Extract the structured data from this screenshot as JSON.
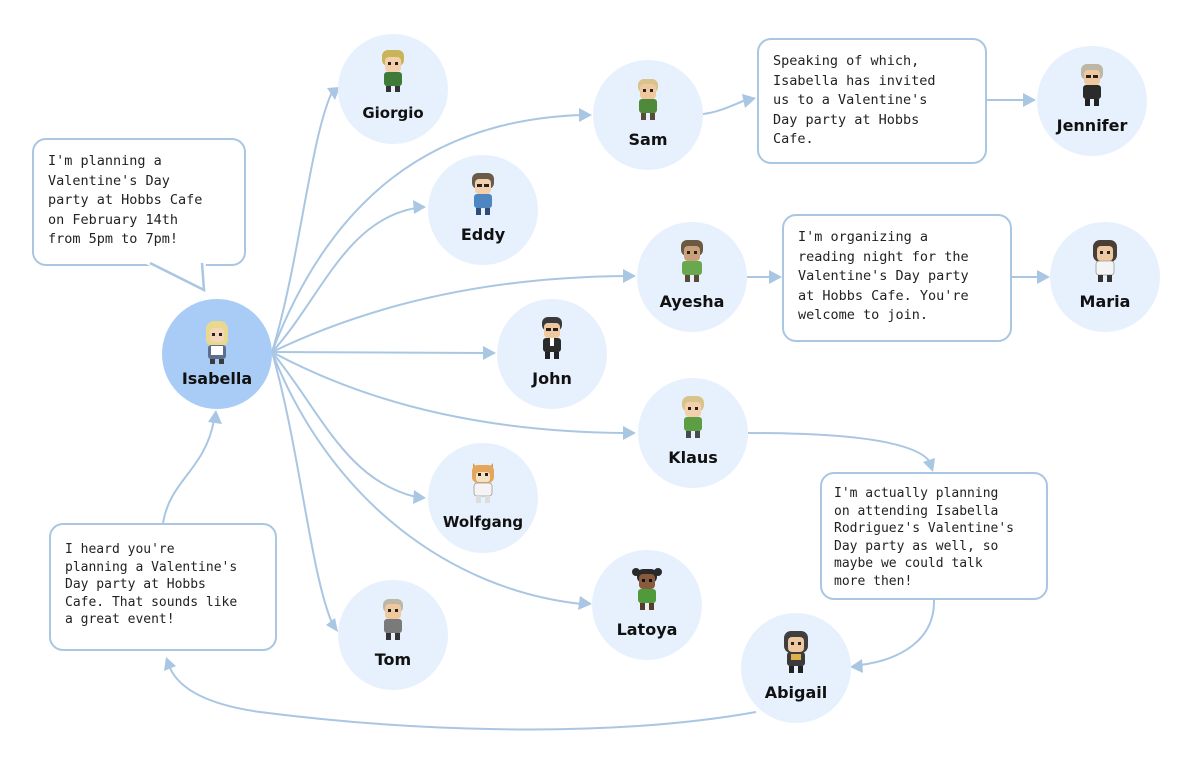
{
  "people": {
    "isabella": "Isabella",
    "giorgio": "Giorgio",
    "eddy": "Eddy",
    "sam": "Sam",
    "jennifer": "Jennifer",
    "ayesha": "Ayesha",
    "maria": "Maria",
    "john": "John",
    "klaus": "Klaus",
    "wolfgang": "Wolfgang",
    "latoya": "Latoya",
    "tom": "Tom",
    "abigail": "Abigail"
  },
  "messages": {
    "isabella_invite": "I'm planning a\nValentine's Day\nparty at Hobbs Cafe\non February 14th\nfrom 5pm to 7pm!",
    "sam_to_jennifer": "Speaking of which,\nIsabella has invited\nus to a Valentine's\nDay party at Hobbs\nCafe.",
    "ayesha_to_maria": "I'm organizing a\nreading night for the\nValentine's Day party\nat Hobbs Cafe. You're\nwelcome to join.",
    "klaus_to_abigail": "I'm actually planning\non attending Isabella\nRodriguez's Valentine's\nDay party as well, so\nmaybe we could talk\nmore then!",
    "abigail_to_isabella": "I heard you're\nplanning a Valentine's\nDay party at Hobbs\nCafe. That sounds like\na great event!"
  },
  "colors": {
    "center_node": "#a9ccf7",
    "node": "#e7f1fd",
    "edge": "#a9c6e3"
  }
}
